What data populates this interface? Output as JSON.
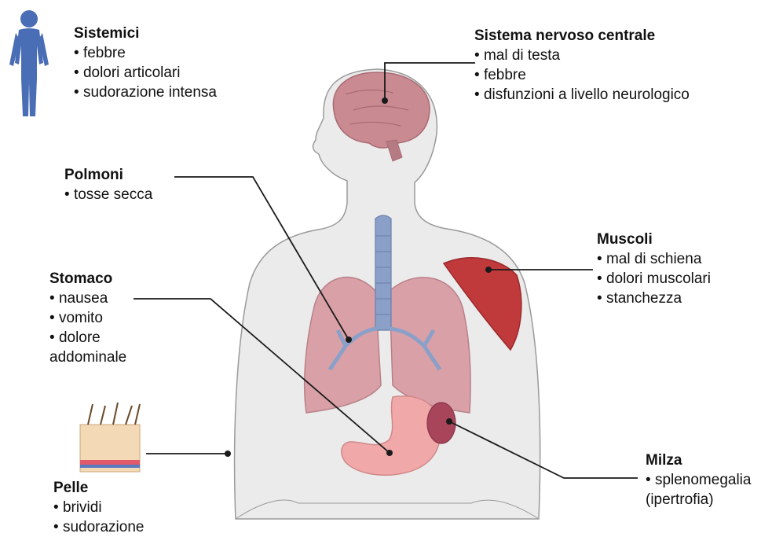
{
  "labels": {
    "sistemici": {
      "title": "Sistemici",
      "items": [
        "febbre",
        "dolori articolari",
        "sudorazione intensa"
      ]
    },
    "snc": {
      "title": "Sistema nervoso centrale",
      "items": [
        "mal di testa",
        "febbre",
        "disfunzioni a livello neurologico"
      ]
    },
    "polmoni": {
      "title": "Polmoni",
      "items": [
        "tosse secca"
      ]
    },
    "muscoli": {
      "title": "Muscoli",
      "items": [
        "mal di schiena",
        "dolori muscolari",
        "stanchezza"
      ]
    },
    "stomaco": {
      "title": "Stomaco",
      "items": [
        "nausea",
        "vomito",
        "dolore"
      ],
      "item_continuation": "addominale"
    },
    "milza": {
      "title": "Milza",
      "items": [
        "splenomegalia"
      ],
      "item_continuation": "(ipertrofia)"
    },
    "pelle": {
      "title": "Pelle",
      "items": [
        "brividi",
        "sudorazione"
      ]
    }
  },
  "colors": {
    "body_outline": "#9a9a9a",
    "body_fill": "#ebebeb",
    "figure_icon": "#4a6eb5",
    "brain": "#c98a92",
    "lungs": "#d9a0a8",
    "trachea": "#8aa0c8",
    "muscle": "#c0393b",
    "stomach": "#f0a8a8",
    "spleen": "#a8455a",
    "leader_line": "#1a1a1a"
  }
}
